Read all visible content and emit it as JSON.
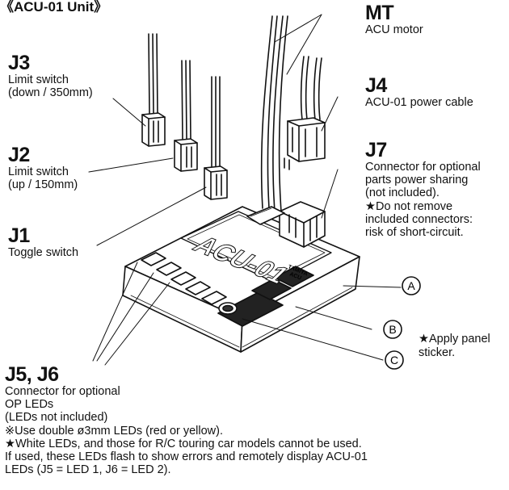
{
  "title": "《ACU-01 Unit》",
  "labels": {
    "mt": {
      "code": "MT",
      "desc": "ACU motor"
    },
    "j3": {
      "code": "J3",
      "desc1": "Limit switch",
      "desc2": "(down / 350mm)"
    },
    "j2": {
      "code": "J2",
      "desc1": "Limit switch",
      "desc2": "(up / 150mm)"
    },
    "j1": {
      "code": "J1",
      "desc1": "Toggle switch"
    },
    "j4": {
      "code": "J4",
      "desc1": "ACU-01 power cable"
    },
    "j7": {
      "code": "J7",
      "lines": [
        "Connector for optional",
        "parts power sharing",
        "(not included).",
        "★Do not remove",
        "included connectors:",
        "risk of short-circuit."
      ]
    },
    "j56": {
      "code": "J5, J6",
      "lines": [
        "Connector for optional",
        "OP LEDs",
        "(LEDs not included)",
        "※Use double ø3mm LEDs (red or yellow).",
        "★White LEDs, and those for R/C touring car models cannot be used.",
        "If used, these LEDs flash to show errors and remotely display ACU-01",
        "LEDs (J5 = LED 1, J6 = LED 2)."
      ]
    }
  },
  "markers": {
    "a": "A",
    "b": "B",
    "c": "C"
  },
  "sticker_note": [
    "★Apply panel",
    "sticker."
  ],
  "unit_print": {
    "logo": "ACU-01",
    "badge1": "TAMIYA",
    "badge2": "ACU"
  }
}
